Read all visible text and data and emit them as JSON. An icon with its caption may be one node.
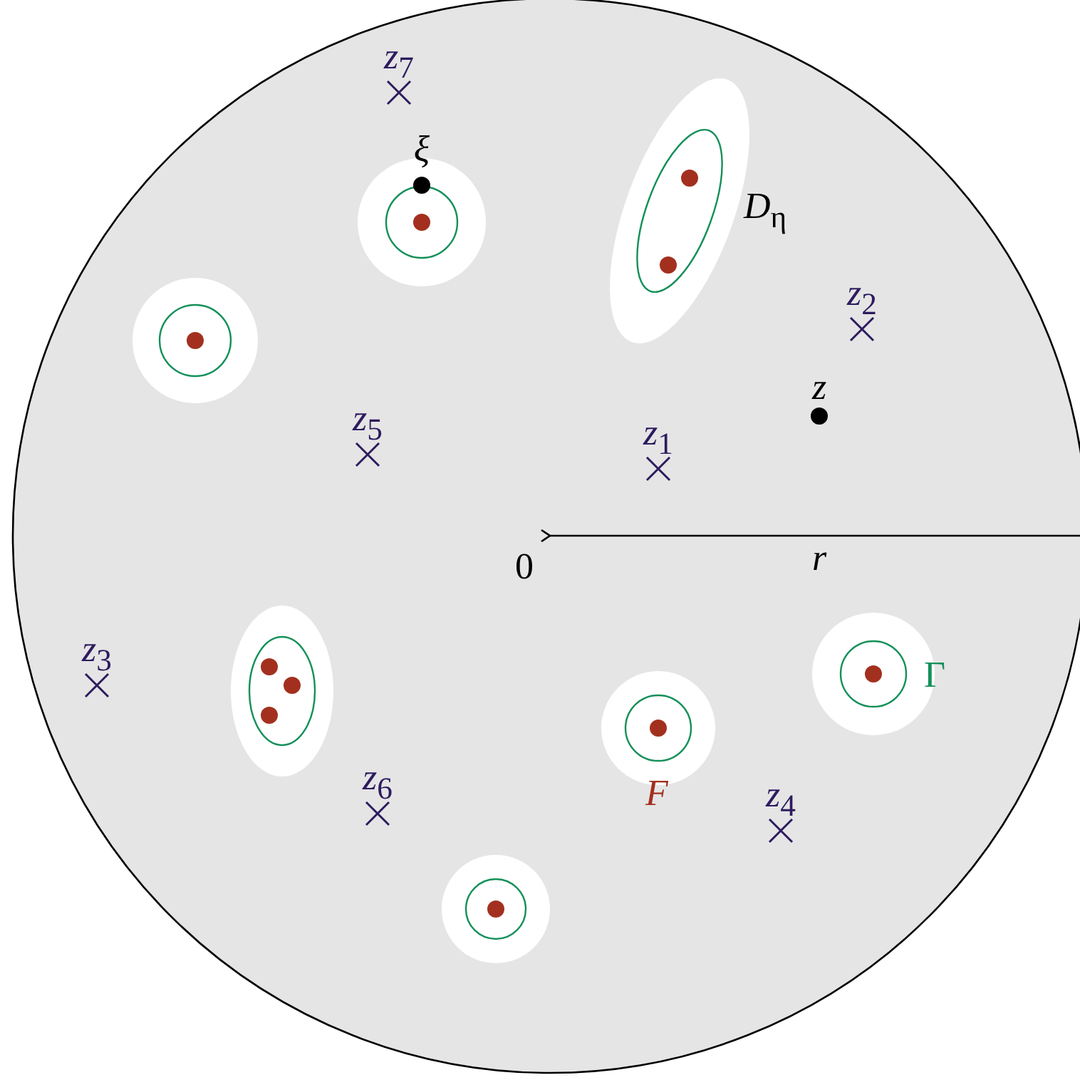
{
  "diagram": {
    "labels": [
      "*z*$_{7}$",
      "ξ",
      "*D*$_{η}$",
      "*z*$_{2}$",
      "z",
      "*z*$_{5}$",
      "*z*$_{1}$",
      "0",
      "r",
      "*z*$_{3}$",
      "Γ",
      "F",
      "*z*$_{6}$",
      "*z*$_{4}$"
    ]
  }
}
